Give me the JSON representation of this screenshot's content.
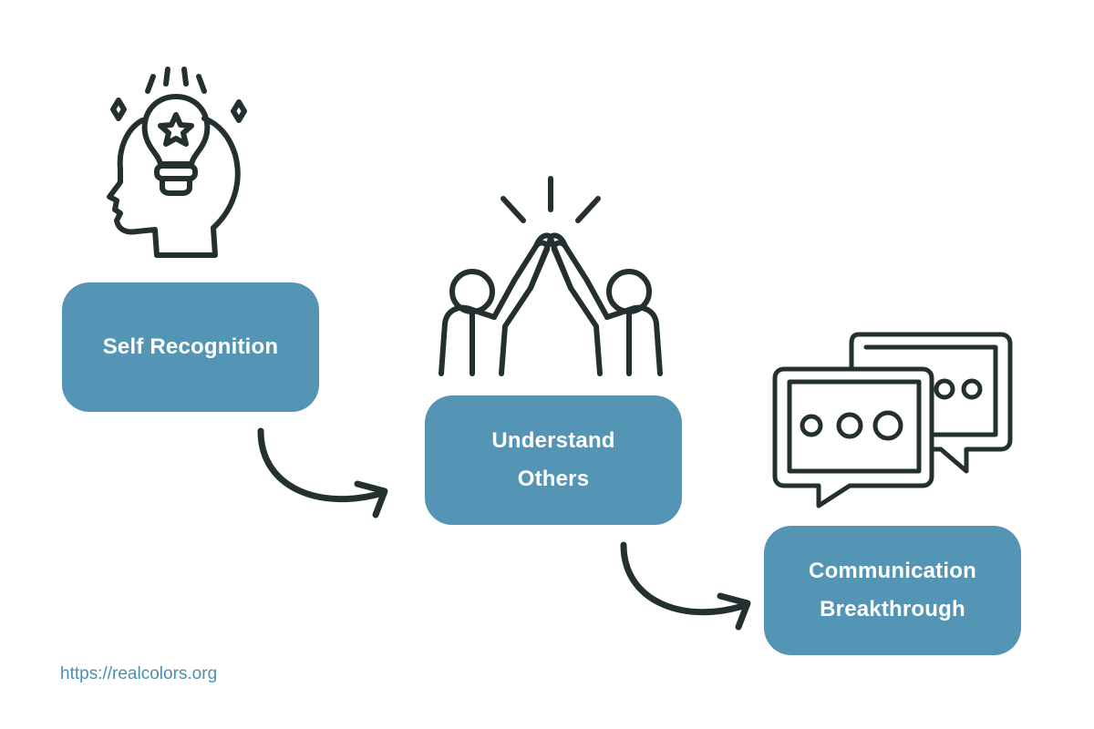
{
  "colors": {
    "box_fill": "#5495b6",
    "box_text": "#ffffff",
    "icon_stroke": "#24302f",
    "url_text": "#4a8fb2"
  },
  "steps": [
    {
      "label": "Self Recognition",
      "icon": "head-lightbulb-star-icon"
    },
    {
      "label": "Understand\nOthers",
      "icon": "high-five-icon"
    },
    {
      "label": "Communication\nBreakthrough",
      "icon": "chat-bubbles-icon"
    }
  ],
  "connectors": [
    {
      "from": "Self Recognition",
      "to": "Understand Others",
      "icon": "curved-arrow-icon"
    },
    {
      "from": "Understand Others",
      "to": "Communication Breakthrough",
      "icon": "curved-arrow-icon"
    }
  ],
  "footer": {
    "url": "https://realcolors.org"
  }
}
